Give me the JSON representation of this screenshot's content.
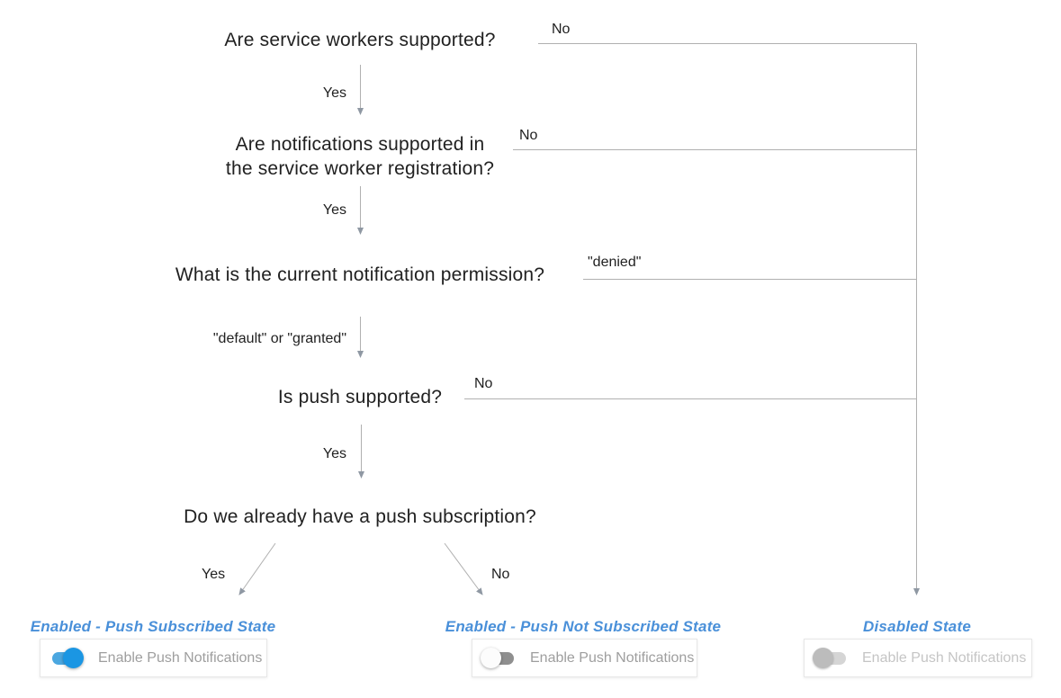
{
  "diagram": {
    "title_hint": "Push notification enablement decision flowchart",
    "questions": [
      {
        "text": "Are service workers supported?"
      },
      {
        "lines": [
          "Are notifications supported in",
          "the service worker registration?"
        ]
      },
      {
        "text": "What is the current notification permission?"
      },
      {
        "text": "Is push supported?"
      },
      {
        "text": "Do we already have a push subscription?"
      }
    ],
    "edge_labels": {
      "q1_yes": "Yes",
      "q1_no": "No",
      "q2_yes": "Yes",
      "q2_no": "No",
      "q3_yes": "\"default\" or \"granted\"",
      "q3_no": "\"denied\"",
      "q4_yes": "Yes",
      "q4_no": "No",
      "q5_yes": "Yes",
      "q5_no": "No"
    },
    "outcomes": [
      {
        "title": "Enabled - Push Subscribed State",
        "toggle_state": "on",
        "control_label": "Enable Push Notifications"
      },
      {
        "title": "Enabled - Push Not Subscribed State",
        "toggle_state": "off",
        "control_label": "Enable Push Notifications"
      },
      {
        "title": "Disabled State",
        "toggle_state": "disabled",
        "control_label": "Enable Push Notifications"
      }
    ],
    "colors": {
      "accent_blue": "#4a90d9",
      "line_gray": "#b0b0b0",
      "arrow_gray": "#8f98a3",
      "text_dark": "#212121",
      "toggle_on_track": "#4ba7e0",
      "toggle_on_thumb": "#1b96e3",
      "toggle_off_track": "#8f8f8f",
      "toggle_off_thumb": "#fcfcfc",
      "toggle_disabled_track": "#d5d5d5",
      "toggle_disabled_thumb": "#bcbcbc",
      "card_text": "#9e9e9e",
      "card_text_disabled": "#c5c5c5"
    }
  }
}
